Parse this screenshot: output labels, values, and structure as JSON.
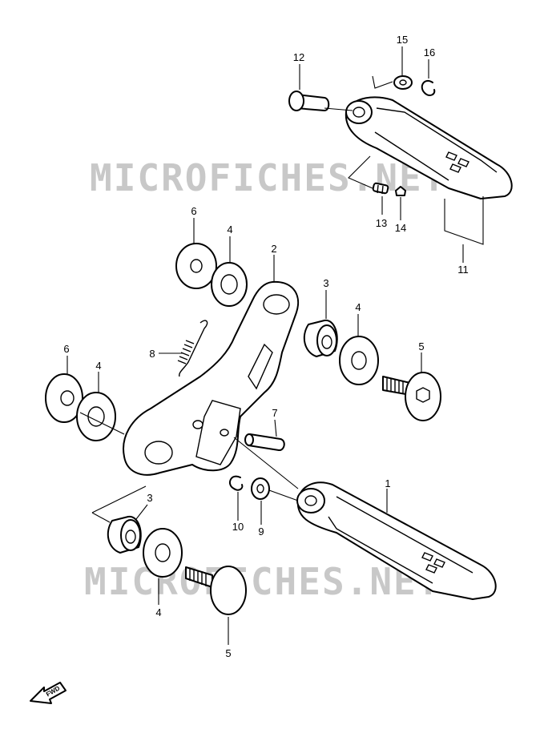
{
  "watermarks": [
    {
      "text": "MICROFICHES.NET"
    },
    {
      "text": "MICROFICHES.NET"
    }
  ],
  "callouts": {
    "c1": "1",
    "c2": "2",
    "c3a": "3",
    "c3b": "3",
    "c4a": "4",
    "c4b": "4",
    "c4c": "4",
    "c4d": "4",
    "c5a": "5",
    "c5b": "5",
    "c6a": "6",
    "c6b": "6",
    "c7": "7",
    "c8": "8",
    "c9": "9",
    "c10": "10",
    "c11": "11",
    "c12": "12",
    "c13": "13",
    "c14": "14",
    "c15": "15",
    "c16": "16"
  },
  "fwd_indicator": {
    "label": "FWD",
    "icon": "arrow-left-icon"
  },
  "colors": {
    "line": "#000000",
    "watermark": "#c8c8c8",
    "background": "#ffffff"
  }
}
